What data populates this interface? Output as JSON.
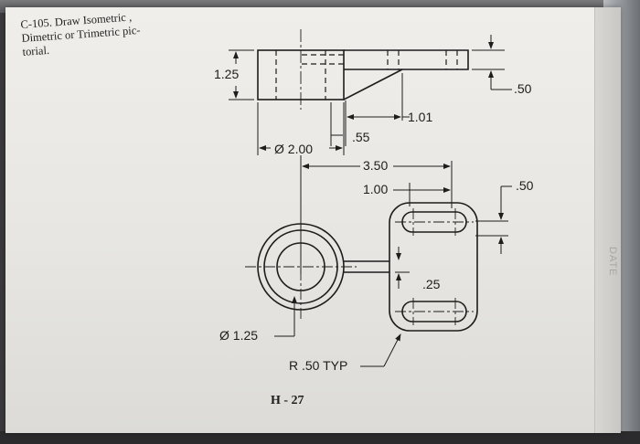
{
  "problem": {
    "line1": "C-105. Draw Isometric ,",
    "line2": "Dimetric or Trimetric pic-",
    "line3": "torial."
  },
  "dimensions": {
    "height": "1.25",
    "thickness_top": ".50",
    "rib_offset": "1.01",
    "slot_offset": ".55",
    "boss_diameter": "Ø 2.00",
    "overall_length": "3.50",
    "slot_spacing": "1.00",
    "slot_length": ".50",
    "rib_width": ".25",
    "hole_diameter": "Ø 1.25",
    "corner_radius": "R .50 TYP"
  },
  "page_label": "H - 27",
  "margin_label": "DATE",
  "colors": {
    "paper": "#ecebe7",
    "ink": "#1d1d1d"
  }
}
